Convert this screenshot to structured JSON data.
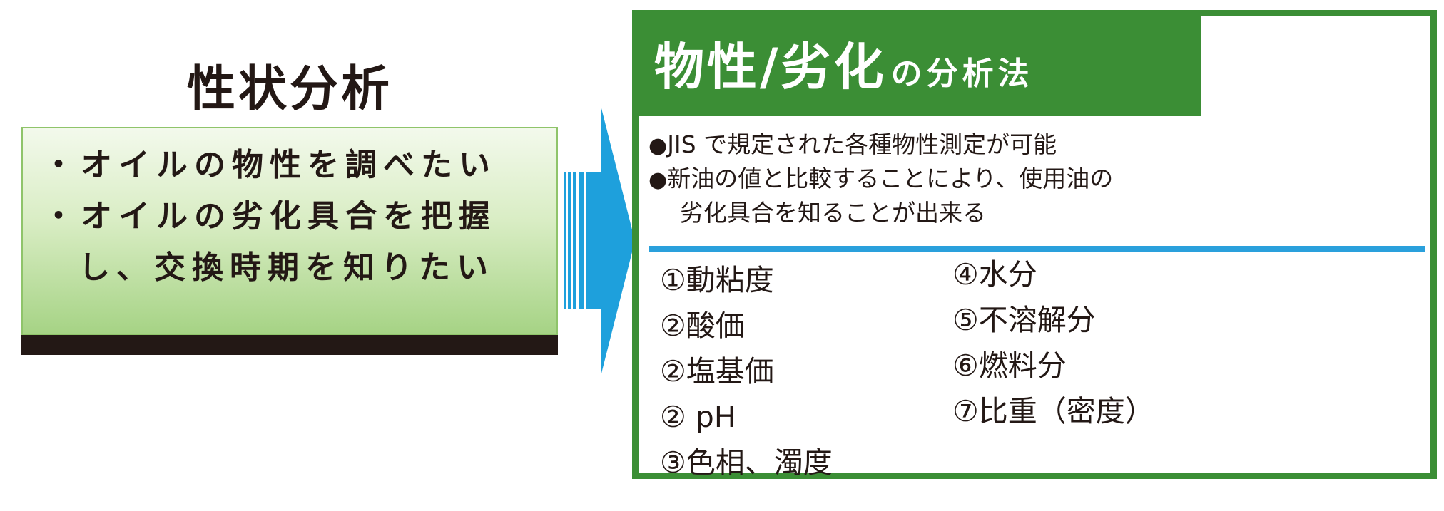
{
  "left": {
    "title": "性状分析",
    "lines": [
      "・オイルの物性を調べたい",
      "・オイルの劣化具合を把握",
      "し、交換時期を知りたい"
    ]
  },
  "right": {
    "title_main": "物性/劣化",
    "title_sub": "の分析法",
    "bullets": [
      "●",
      "JIS で規定された各種物性測定が可能",
      "●",
      "新油の値と比較することにより、使用油の",
      "劣化具合を知ることが出来る"
    ],
    "items_left": [
      "①動粘度",
      "②酸価",
      "②塩基価",
      "② pH",
      "③色相、濁度"
    ],
    "items_right": [
      "④水分",
      "⑤不溶解分",
      "⑥燃料分",
      "⑦比重（密度）"
    ]
  },
  "colors": {
    "panel_green": "#3b8e35",
    "arrow_blue": "#1ea0dc",
    "divider_blue": "#2aa0dc",
    "text_dark": "#231815",
    "box_light_green": "#d9edc4"
  }
}
